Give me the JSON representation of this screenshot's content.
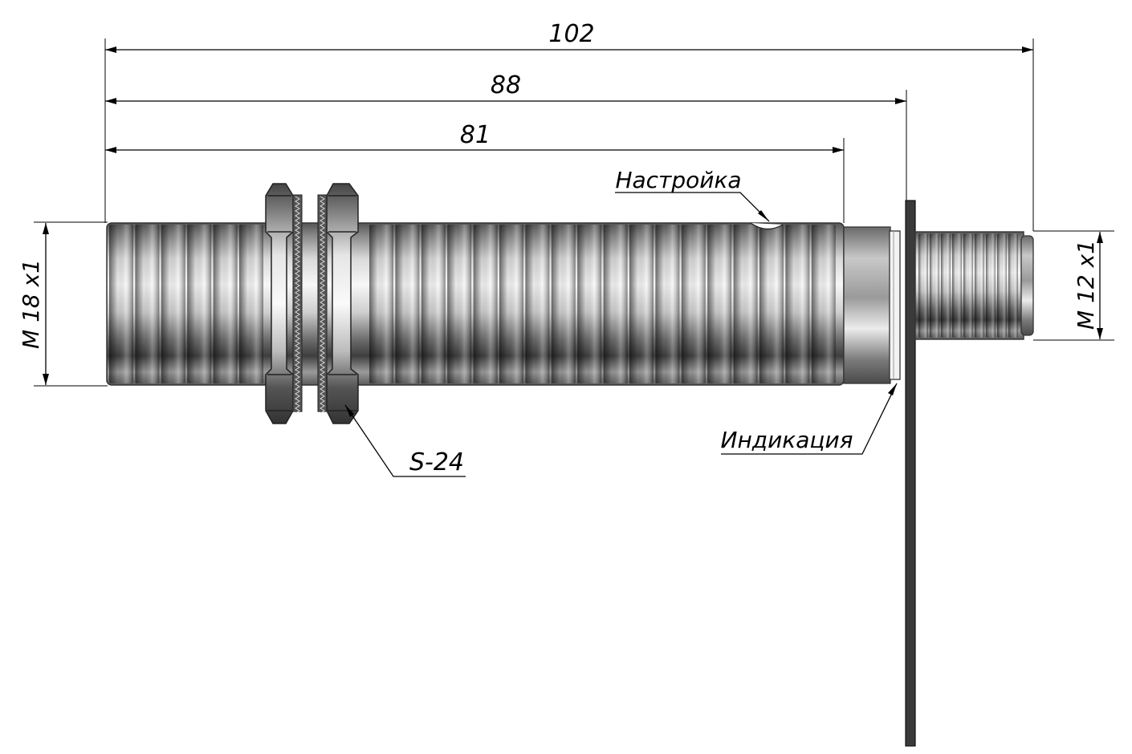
{
  "dimensions": {
    "overall_length": "102",
    "to_flange": "88",
    "threaded_body": "81",
    "body_thread": "M 18 x1",
    "connector_thread": "M 12 x1"
  },
  "callouts": {
    "adjustment": "Настройка",
    "indication": "Индикация",
    "nut_size": "S-24"
  },
  "colors": {
    "line": "#000000",
    "metal_dark": "#4a4a4a",
    "metal_light": "#f4f4f4",
    "flange": "#3a3a3a"
  }
}
